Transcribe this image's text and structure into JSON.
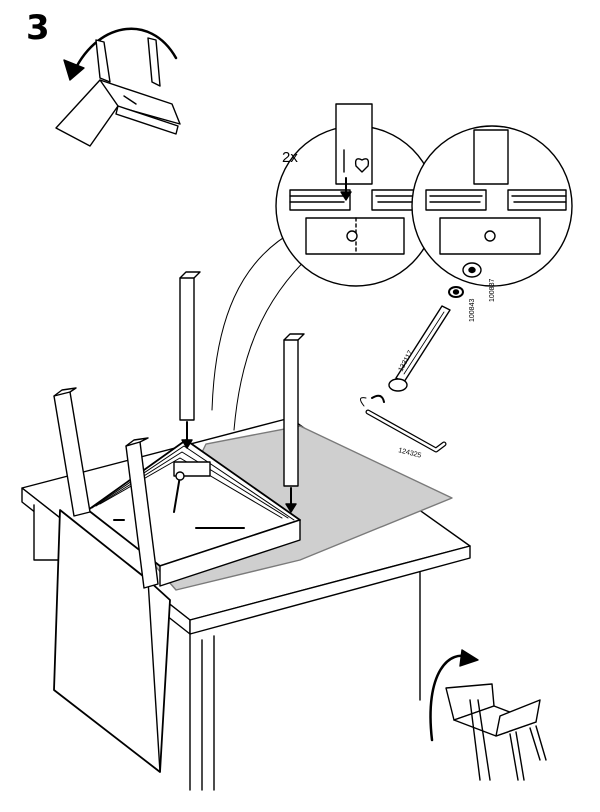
{
  "step": {
    "number": "3"
  },
  "detail": {
    "quantity": "2x"
  },
  "parts": {
    "bolt_id": "133117",
    "spring_washer_id": "100843",
    "flat_washer_id": "100837",
    "allen_key_id": "124325"
  }
}
